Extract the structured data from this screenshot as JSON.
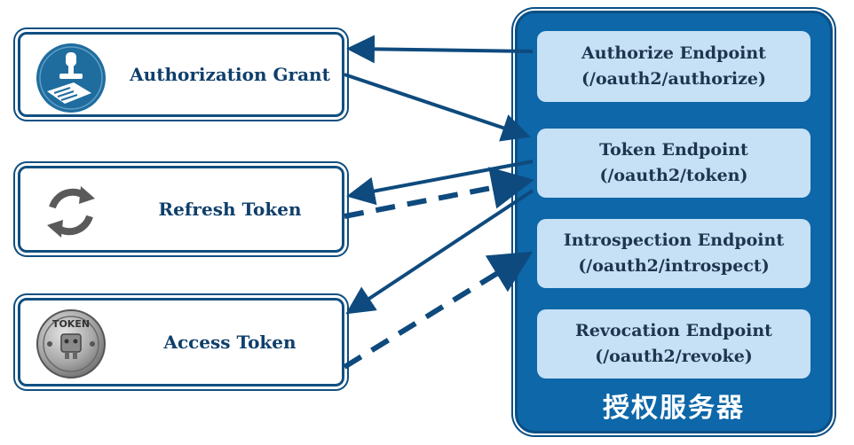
{
  "grants": {
    "authorization_grant": "Authorization Grant",
    "refresh_token": "Refresh Token",
    "access_token": "Access Token"
  },
  "server": {
    "title": "授权服务器",
    "endpoints": [
      {
        "name": "Authorize Endpoint",
        "path": "(/oauth2/authorize)"
      },
      {
        "name": "Token Endpoint",
        "path": "(/oauth2/token)"
      },
      {
        "name": "Introspection Endpoint",
        "path": "(/oauth2/introspect)"
      },
      {
        "name": "Revocation Endpoint",
        "path": "(/oauth2/revoke)"
      }
    ]
  },
  "token_coin_text": "TOKEN",
  "colors": {
    "navy": "#114f80",
    "server_blue": "#0d67a8",
    "endpoint_fill": "#c6e0f5",
    "arrow": "#0e4a7d"
  }
}
